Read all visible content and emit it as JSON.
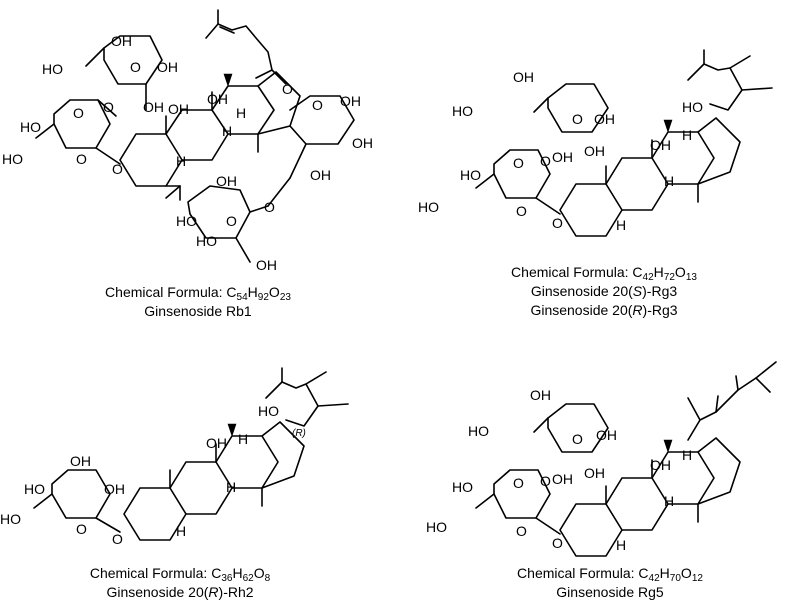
{
  "compounds": [
    {
      "formula_prefix": "Chemical Formula: ",
      "formula": [
        [
          "C",
          "54"
        ],
        [
          "H",
          "92"
        ],
        [
          "O",
          "23"
        ]
      ],
      "names": [
        [
          "Ginsenoside Rb1"
        ]
      ]
    },
    {
      "formula_prefix": "Chemical Formula: ",
      "formula": [
        [
          "C",
          "42"
        ],
        [
          "H",
          "72"
        ],
        [
          "O",
          "13"
        ]
      ],
      "names": [
        [
          "Ginsenoside 20(",
          "S",
          ")-Rg3"
        ],
        [
          "Ginsenoside 20(",
          "R",
          ")-Rg3"
        ]
      ]
    },
    {
      "formula_prefix": "Chemical Formula: ",
      "formula": [
        [
          "C",
          "36"
        ],
        [
          "H",
          "62"
        ],
        [
          "O",
          "8"
        ]
      ],
      "names": [
        [
          "Ginsenoside 20(",
          "R",
          ")-Rh2"
        ]
      ]
    },
    {
      "formula_prefix": "Chemical Formula: ",
      "formula": [
        [
          "C",
          "42"
        ],
        [
          "H",
          "70"
        ],
        [
          "O",
          "12"
        ]
      ],
      "names": [
        [
          "Ginsenoside Rg5"
        ]
      ]
    }
  ],
  "atom_labels": {
    "OH": "OH",
    "HO": "HO",
    "O": "O",
    "H": "H",
    "R_mark": "(R)"
  }
}
